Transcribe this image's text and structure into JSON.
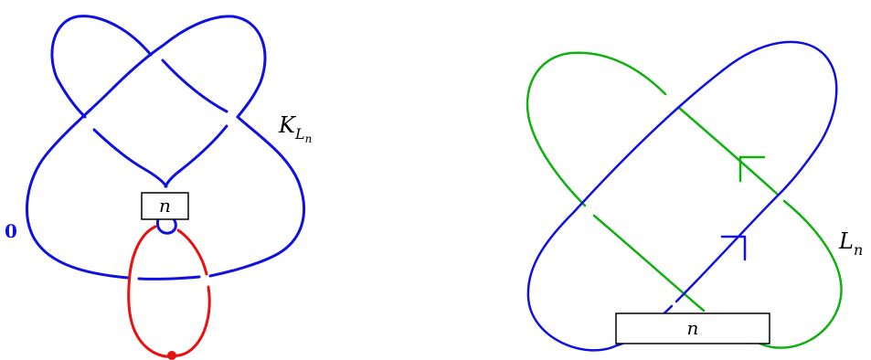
{
  "left_diagram": {
    "knot_label_main": "K",
    "knot_label_sub": "L",
    "knot_label_subsub": "n",
    "framing_label": "0",
    "box_label": "n",
    "colors": {
      "knot": "#1010e0",
      "unknot": "#e81010"
    }
  },
  "right_diagram": {
    "link_label_main": "L",
    "link_label_sub": "n",
    "box_label": "n",
    "colors": {
      "blue_component": "#1010e0",
      "green_component": "#10b010"
    }
  }
}
